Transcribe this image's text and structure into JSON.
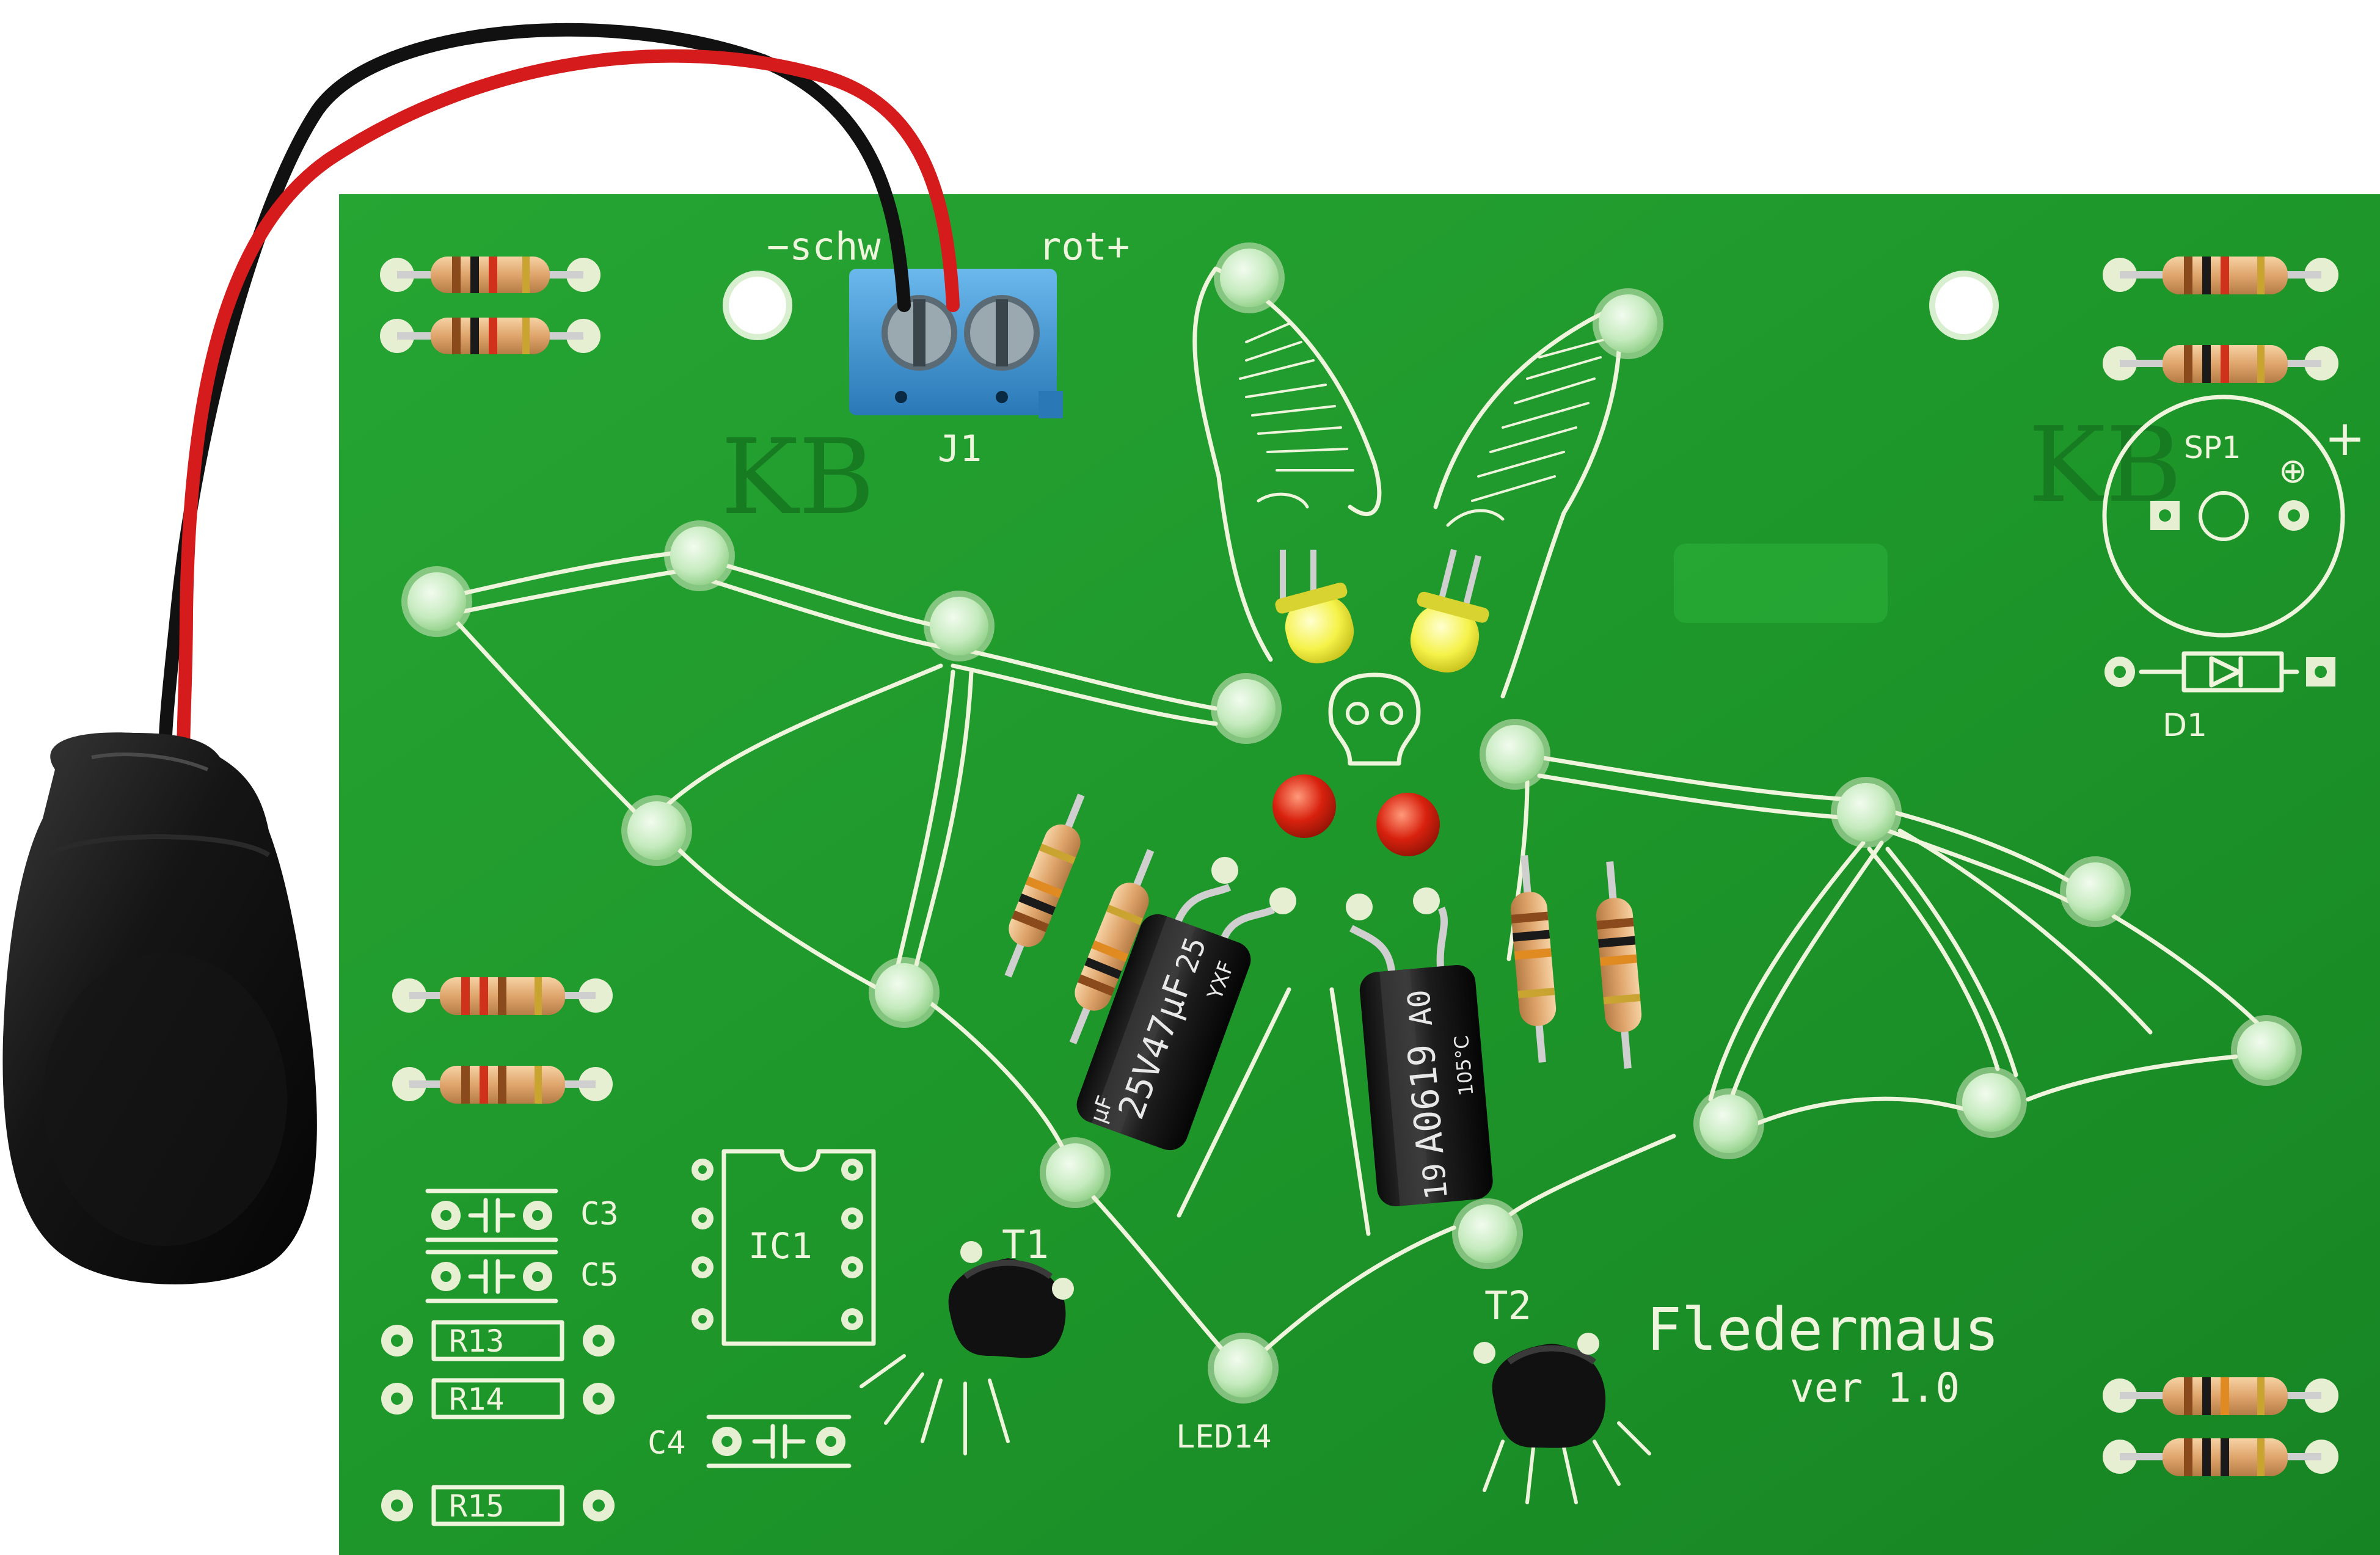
{
  "board": {
    "title": "Fledermaus",
    "version": "ver 1.0",
    "power_minus": "−schw",
    "power_plus": "rot+"
  },
  "labels": {
    "j1": "J1",
    "sp1": "SP1",
    "d1": "D1",
    "ic1": "IC1",
    "t1": "T1",
    "t2": "T2",
    "c3": "C3",
    "c4": "C4",
    "c5": "C5",
    "r13": "R13",
    "r14": "R14",
    "r15": "R15",
    "led14": "LED14",
    "plus": "+",
    "polarity": "⊕",
    "kb_left": "KB",
    "kb_right": "KB"
  },
  "capacitors": {
    "left_print_1": "25V47μF",
    "left_print_2": "μF",
    "left_print_3": "YXF",
    "left_print_4": "25",
    "right_print_1": "A0619",
    "right_print_2": "105°C",
    "right_print_3": "19",
    "right_print_4": "A0"
  },
  "colors": {
    "pcb": "#1f9a2c",
    "silkscreen": "#eef5dc",
    "led_green": "#c9ecc2",
    "led_yellow": "#f5f24a",
    "led_red": "#d8210e",
    "terminal_blue": "#3f97d6",
    "battery_holder": "#111111",
    "wire_red": "#d51b1b",
    "wire_black": "#111111"
  }
}
